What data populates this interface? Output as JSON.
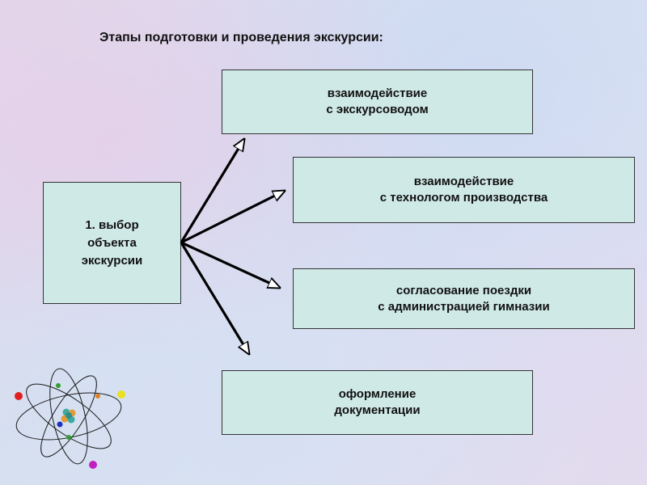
{
  "title": "Этапы подготовки и проведения экскурсии:",
  "source": "1. выбор\nобъекта\nэкскурсии",
  "targets": [
    {
      "id": "guide",
      "text": "взаимодействие\nс экскурсоводом"
    },
    {
      "id": "tech",
      "text": "взаимодействие\nс технологом производства"
    },
    {
      "id": "admin",
      "text": "согласование поездки\nс администрацией гимназии"
    },
    {
      "id": "docs",
      "text": "оформление\nдокументации"
    }
  ],
  "colors": {
    "box_fill": "#cfe9e7",
    "border": "#333333",
    "arrow": "#000000"
  },
  "decoration_icon": "atom-icon"
}
